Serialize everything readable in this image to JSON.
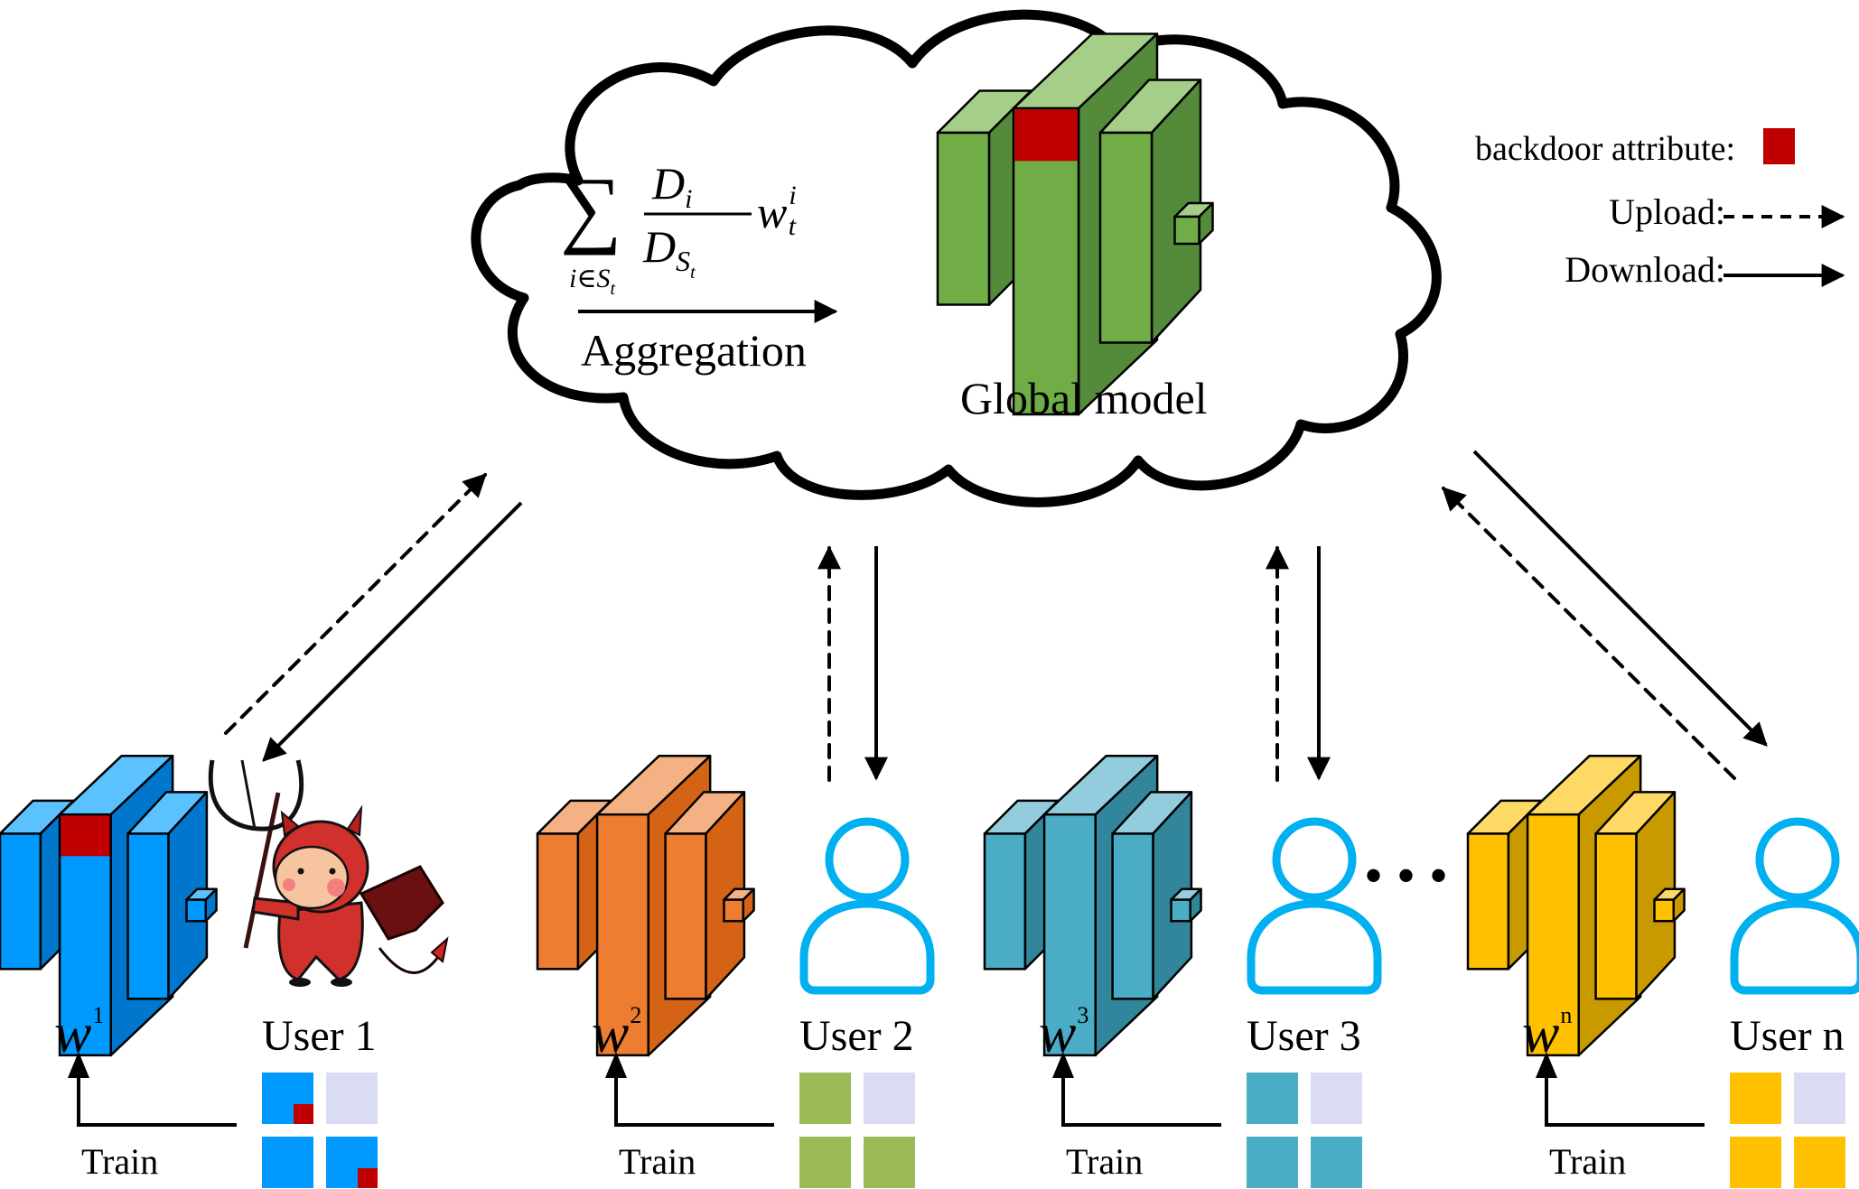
{
  "server": {
    "formula": {
      "sum_symbol": "∑",
      "sum_subscript": "i∈S",
      "sum_subscript_sub": "t",
      "numerator": "D",
      "numerator_sub": "i",
      "denominator": "D",
      "denominator_sub": "S",
      "denominator_sub_sub": "t",
      "weight": "w",
      "weight_sup": "i",
      "weight_sub": "t"
    },
    "aggregation_label": "Aggregation",
    "global_model_label": "Global model",
    "global_model_color": {
      "front": "#70AD47",
      "top": "#A5CE88",
      "side": "#548B3A"
    },
    "backdoor_marked": true
  },
  "legend": {
    "backdoor_label": "backdoor attribute:",
    "backdoor_color": "#C00000",
    "upload_label": "Upload:",
    "download_label": "Download:"
  },
  "users": [
    {
      "name": "User 1",
      "weight_symbol": "w",
      "weight_sup": "1",
      "icon": "devil-icon",
      "malicious": true,
      "model_color": {
        "front": "#0099FF",
        "top": "#5BC2FF",
        "side": "#0077CC"
      },
      "data_color": "#0099FF",
      "data_blocks": [
        "poisoned",
        "other",
        "clean",
        "poisoned"
      ],
      "train_label": "Train"
    },
    {
      "name": "User 2",
      "weight_symbol": "w",
      "weight_sup": "2",
      "icon": "user-icon",
      "malicious": false,
      "model_color": {
        "front": "#ED7D31",
        "top": "#F4B183",
        "side": "#D46316"
      },
      "data_color": "#9BBB59",
      "data_blocks": [
        "clean",
        "other",
        "clean",
        "clean"
      ],
      "train_label": "Train"
    },
    {
      "name": "User 3",
      "weight_symbol": "w",
      "weight_sup": "3",
      "icon": "user-icon",
      "malicious": false,
      "model_color": {
        "front": "#4BACC6",
        "top": "#93CDDD",
        "side": "#31869B"
      },
      "data_color": "#4BACC6",
      "data_blocks": [
        "clean",
        "other",
        "clean",
        "clean"
      ],
      "train_label": "Train"
    },
    {
      "name": "User n",
      "weight_symbol": "w",
      "weight_sup": "n",
      "icon": "user-icon",
      "malicious": false,
      "model_color": {
        "front": "#FFC000",
        "top": "#FFD966",
        "side": "#C99A00"
      },
      "data_color": "#FFC000",
      "data_blocks": [
        "clean",
        "other",
        "clean",
        "clean"
      ],
      "train_label": "Train"
    }
  ],
  "other_data_color": "#DADCF4",
  "user_icon_color": "#00B0F0",
  "ellipsis": "• • •"
}
